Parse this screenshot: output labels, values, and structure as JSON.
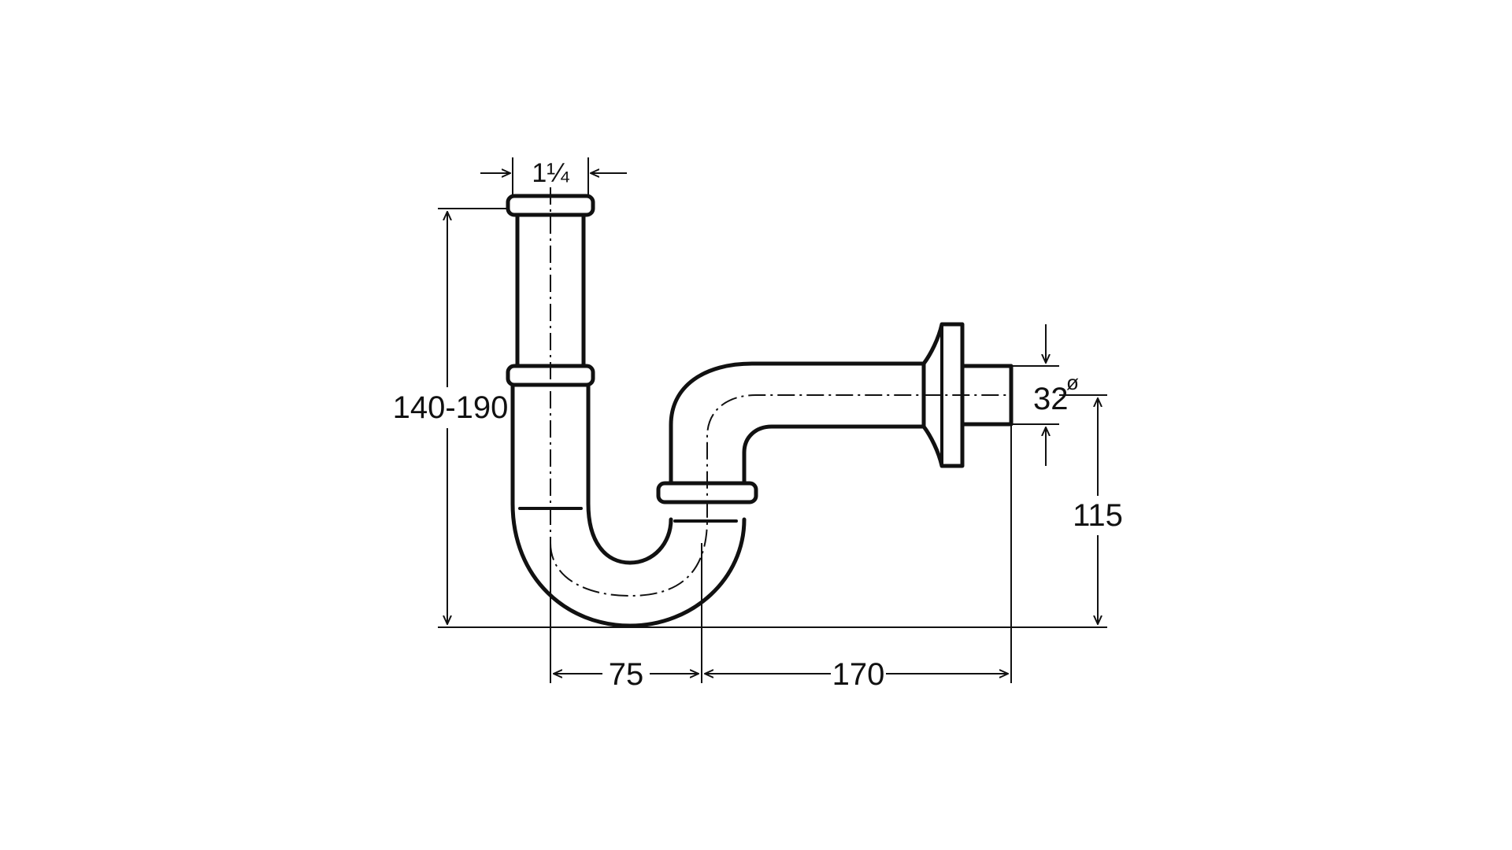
{
  "dimensions": {
    "pipe_size_whole": "1",
    "pipe_size_fraction": "¼",
    "height_range": "140-190",
    "outlet_height": "115",
    "outlet_diameter": "32",
    "outlet_diameter_symbol": "ø",
    "trap_width": "75",
    "outlet_length": "170"
  },
  "colors": {
    "stroke": "#111111",
    "background": "#ffffff"
  }
}
